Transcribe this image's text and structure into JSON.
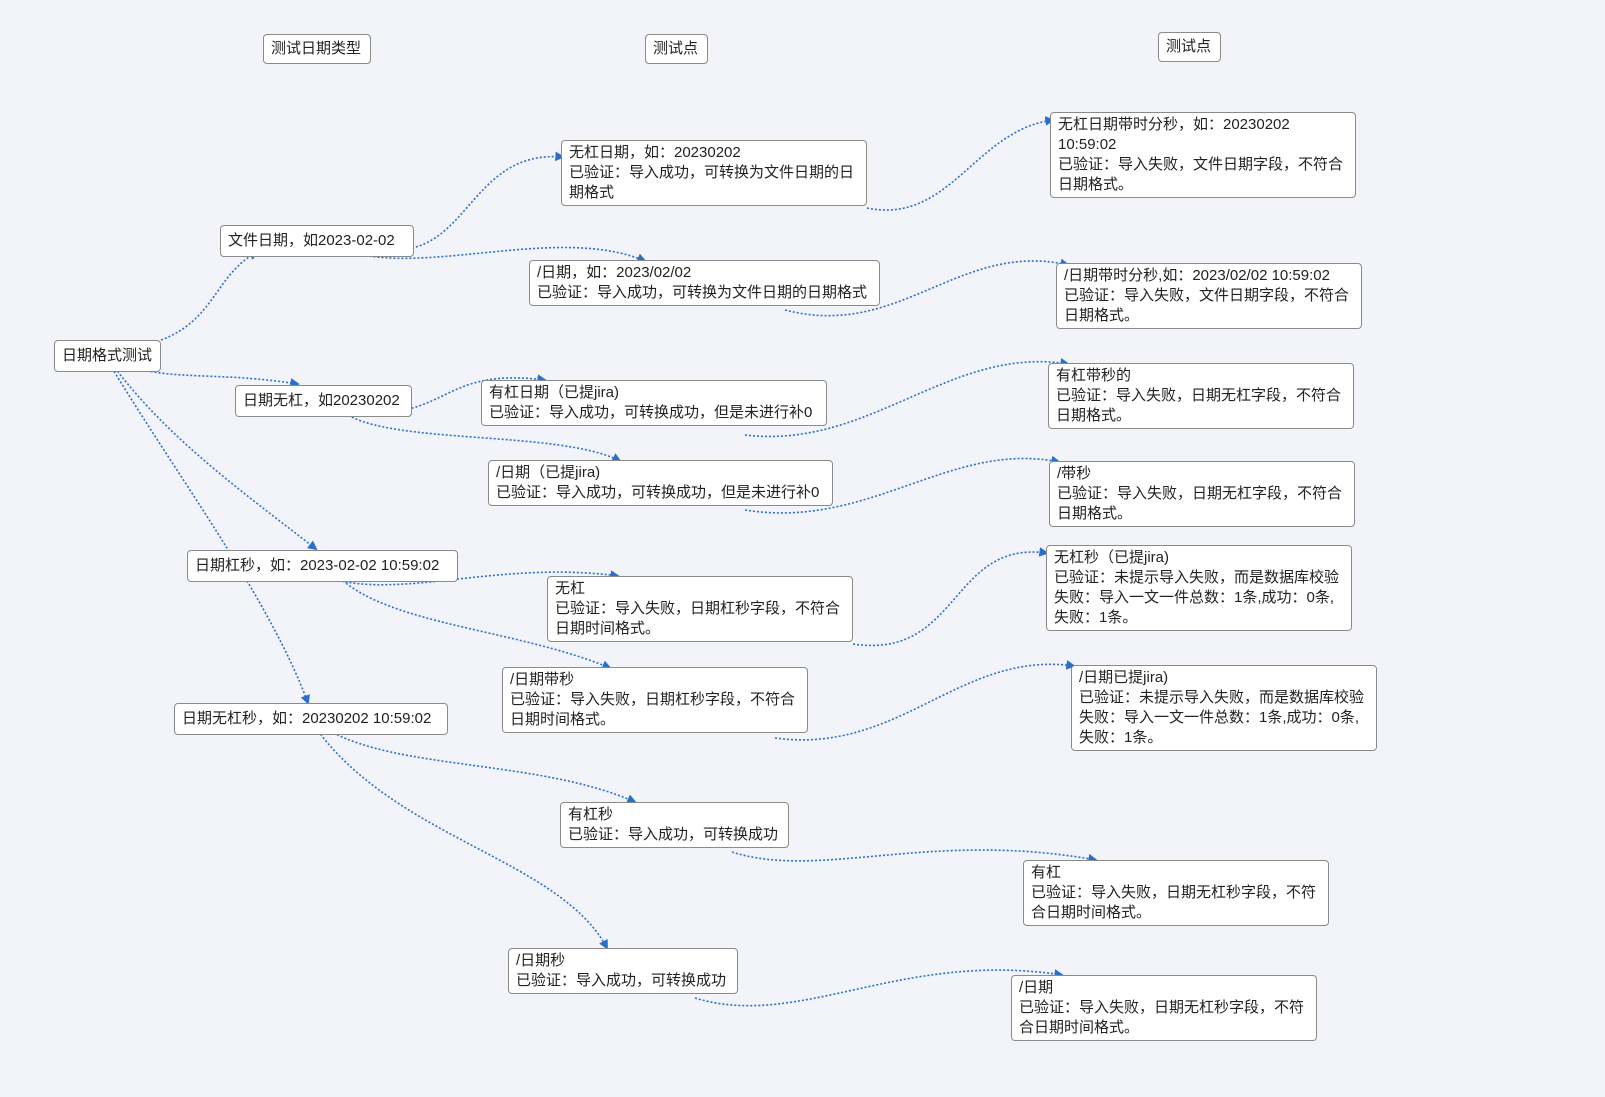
{
  "headers": [
    "测试日期类型",
    "测试点",
    "测试点"
  ],
  "root": "日期格式测试",
  "categories": [
    "文件日期，如2023-02-02",
    "日期无杠，如20230202",
    "日期杠秒，如：2023-02-02 10:59:02",
    "日期无杠秒，如：20230202 10:59:02"
  ],
  "points": [
    [
      "无杠日期，如：20230202",
      "已验证：导入成功，可转换为文件日期的日",
      "期格式"
    ],
    [
      "/日期，如：2023/02/02",
      "已验证：导入成功，可转换为文件日期的日期格式"
    ],
    [
      "有杠日期（已提jira)",
      "已验证：导入成功，可转换成功，但是未进行补0"
    ],
    [
      "/日期（已提jira)",
      "已验证：导入成功，可转换成功，但是未进行补0"
    ],
    [
      "无杠",
      "已验证：导入失败，日期杠秒字段，不符合",
      "日期时间格式。"
    ],
    [
      "/日期带秒",
      "已验证：导入失败，日期杠秒字段，不符合",
      "日期时间格式。"
    ],
    [
      "有杠秒",
      "已验证：导入成功，可转换成功"
    ],
    [
      "/日期秒",
      "已验证：导入成功，可转换成功"
    ]
  ],
  "results": [
    [
      "无杠日期带时分秒，如：20230202",
      "10:59:02",
      "已验证：导入失败，文件日期字段，不符合",
      "日期格式。"
    ],
    [
      "/日期带时分秒,如：2023/02/02 10:59:02",
      "已验证：导入失败，文件日期字段，不符合",
      "日期格式。"
    ],
    [
      "有杠带秒的",
      "已验证：导入失败，日期无杠字段，不符合",
      "日期格式。"
    ],
    [
      "/带秒",
      "已验证：导入失败，日期无杠字段，不符合",
      "日期格式。"
    ],
    [
      "无杠秒（已提jira)",
      "已验证：未提示导入失败，而是数据库校验",
      "失败：导入一文一件总数：1条,成功：0条,",
      "失败：1条。"
    ],
    [
      "/日期已提jira)",
      "已验证：未提示导入失败，而是数据库校验",
      "失败：导入一文一件总数：1条,成功：0条,",
      "失败：1条。"
    ],
    [
      "有杠",
      "已验证：导入失败，日期无杠秒字段，不符",
      "合日期时间格式。"
    ],
    [
      "/日期",
      "已验证：导入失败，日期无杠秒字段，不符",
      "合日期时间格式。"
    ]
  ],
  "colors": {
    "edge": "#2a6fc9",
    "background": "#f2f4f9",
    "border": "#8a8a8a"
  }
}
